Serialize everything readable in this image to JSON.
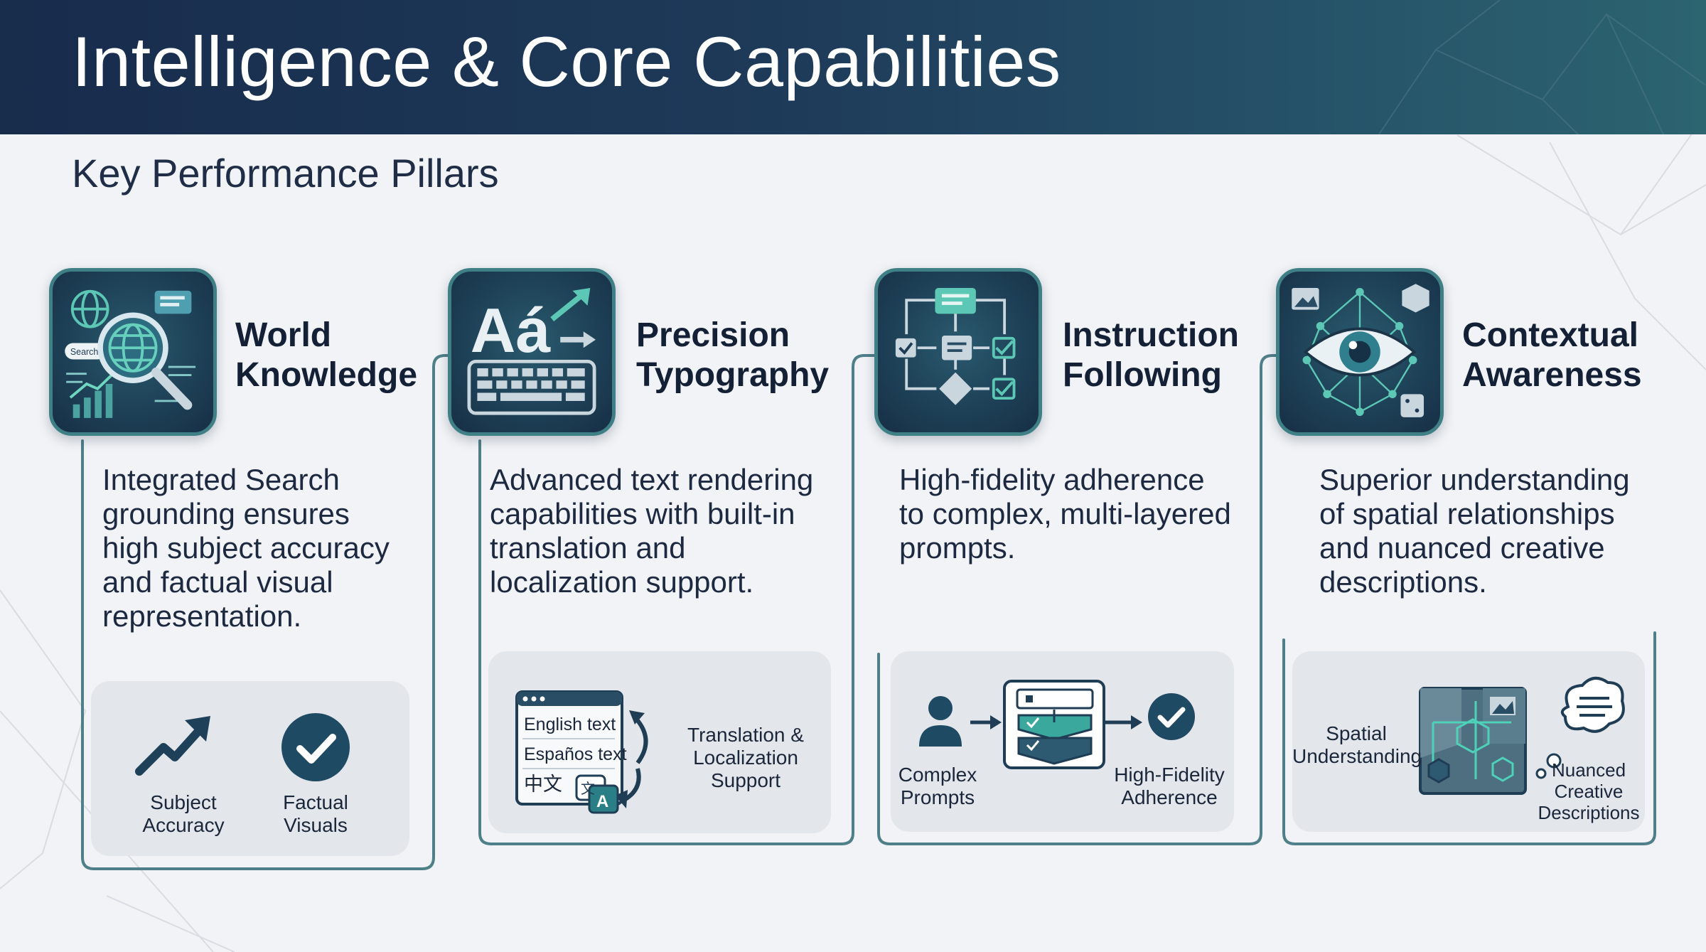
{
  "header": {
    "title": "Intelligence & Core Capabilities"
  },
  "subtitle": "Key Performance Pillars",
  "colors": {
    "header_start": "#182c4c",
    "header_end": "#2c6470",
    "accent_teal": "#3aa89c",
    "frame": "#4f7f88",
    "navy": "#1f3d55"
  },
  "pillars": [
    {
      "title_line1": "World",
      "title_line2": "Knowledge",
      "icon": "globe-magnifier-icon",
      "desc": [
        "Integrated Search",
        "grounding ensures",
        "high subject accuracy",
        "and factual visual",
        "representation."
      ],
      "icon_search_text": "Search",
      "panel": {
        "label_a1": "Subject",
        "label_a2": "Accuracy",
        "label_b1": "Factual",
        "label_b2": "Visuals"
      }
    },
    {
      "title_line1": "Precision",
      "title_line2": "Typography",
      "icon": "typography-keyboard-icon",
      "icon_glyph": "Aá",
      "desc": [
        "Advanced text rendering",
        "capabilities with built-in",
        "translation and",
        "localization support."
      ],
      "panel": {
        "english": "English text",
        "spanish": "Españos text",
        "chinese": "中文",
        "label1": "Translation &",
        "label2": "Localization",
        "label3": "Support"
      }
    },
    {
      "title_line1": "Instruction",
      "title_line2": "Following",
      "icon": "flowchart-icon",
      "desc": [
        "High-fidelity adherence",
        "to complex, multi-layered",
        "prompts."
      ],
      "panel": {
        "left1": "Complex",
        "left2": "Prompts",
        "right1": "High-Fidelity",
        "right2": "Adherence"
      }
    },
    {
      "title_line1": "Contextual",
      "title_line2": "Awareness",
      "icon": "eye-network-icon",
      "desc": [
        "Superior understanding",
        "of spatial relationships",
        "and nuanced creative",
        "descriptions."
      ],
      "panel": {
        "left1": "Spatial",
        "left2": "Understanding",
        "right1": "Nuanced",
        "right2": "Creative",
        "right3": "Descriptions"
      }
    }
  ]
}
